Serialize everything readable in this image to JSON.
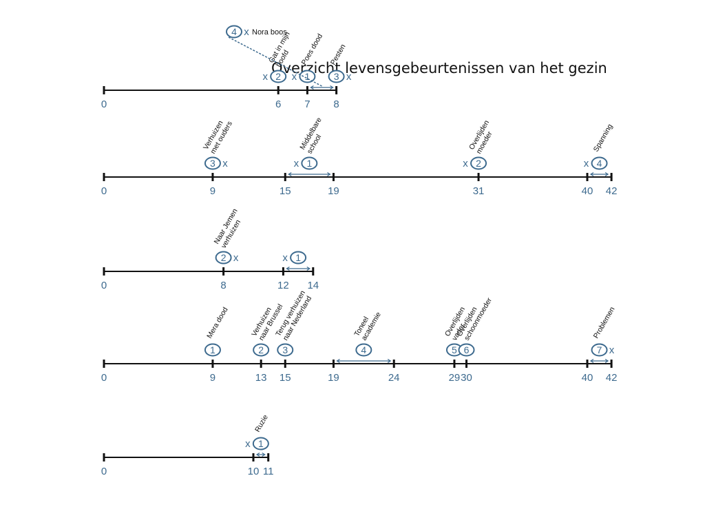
{
  "title": "Overzicht levensgebeurtenissen van het gezin",
  "timelines": [
    {
      "ticks": [
        0,
        6,
        7,
        8
      ],
      "events": [
        {
          "num": "2",
          "at": 6,
          "x": "left",
          "lines": [
            "Gat in mijn",
            "hoofd"
          ]
        },
        {
          "num": "1",
          "at": 7,
          "x": "left",
          "lines": [
            "Poes dood"
          ]
        },
        {
          "num": "3",
          "at": 8,
          "x": "right",
          "lines": [
            "Pesten"
          ]
        }
      ],
      "spans": [
        [
          7,
          8
        ]
      ],
      "extra": {
        "num": "4",
        "x": "right",
        "label": "Nora boos"
      }
    },
    {
      "ticks": [
        0,
        9,
        15,
        19,
        31,
        40,
        42
      ],
      "events": [
        {
          "num": "3",
          "at": 9,
          "x": "right",
          "lines": [
            "Verhuizen",
            "met ouders"
          ]
        },
        {
          "num": "1",
          "at": 17,
          "x": "left",
          "lines": [
            "Middelbare",
            "school"
          ]
        },
        {
          "num": "2",
          "at": 31,
          "x": "left",
          "lines": [
            "Overlijden",
            "moeder"
          ]
        },
        {
          "num": "4",
          "at": 41,
          "x": "left",
          "lines": [
            "Spanning"
          ]
        }
      ],
      "spans": [
        [
          15,
          19
        ],
        [
          40,
          42
        ]
      ]
    },
    {
      "ticks": [
        0,
        8,
        12,
        14
      ],
      "events": [
        {
          "num": "2",
          "at": 8,
          "x": "right",
          "lines": [
            "Naar Jemen",
            "verhuizen"
          ]
        },
        {
          "num": "1",
          "at": 13,
          "x": "left",
          "lines": []
        }
      ],
      "spans": [
        [
          12,
          14
        ]
      ]
    },
    {
      "ticks": [
        0,
        9,
        13,
        15,
        19,
        24,
        29,
        30,
        40,
        42
      ],
      "events": [
        {
          "num": "1",
          "at": 9,
          "x": "none",
          "lines": [
            "Mera dood"
          ]
        },
        {
          "num": "2",
          "at": 13,
          "x": "none",
          "lines": [
            "Verhuizen",
            "naar Brussel"
          ]
        },
        {
          "num": "3",
          "at": 15,
          "x": "none",
          "lines": [
            "Terug verhuizen",
            "naar Nederland"
          ]
        },
        {
          "num": "4",
          "at": 21.5,
          "x": "none",
          "lines": [
            "Toneel",
            "academie"
          ]
        },
        {
          "num": "5",
          "at": 29,
          "x": "none",
          "lines": [
            "Overlijden",
            "vader"
          ]
        },
        {
          "num": "6",
          "at": 30,
          "x": "none",
          "lines": [
            "Overlijden",
            "schoonmoeder"
          ]
        },
        {
          "num": "7",
          "at": 41,
          "x": "right",
          "lines": [
            "Problemen"
          ]
        }
      ],
      "spans": [
        [
          19,
          24
        ],
        [
          40,
          42
        ]
      ]
    },
    {
      "ticks": [
        0,
        10,
        11
      ],
      "events": [
        {
          "num": "1",
          "at": 10.5,
          "x": "left",
          "lines": [
            "Ruzie"
          ]
        }
      ],
      "spans": [
        [
          10,
          11
        ]
      ]
    }
  ],
  "colors": {
    "accent": "#3d6a8e",
    "line": "#111111"
  }
}
